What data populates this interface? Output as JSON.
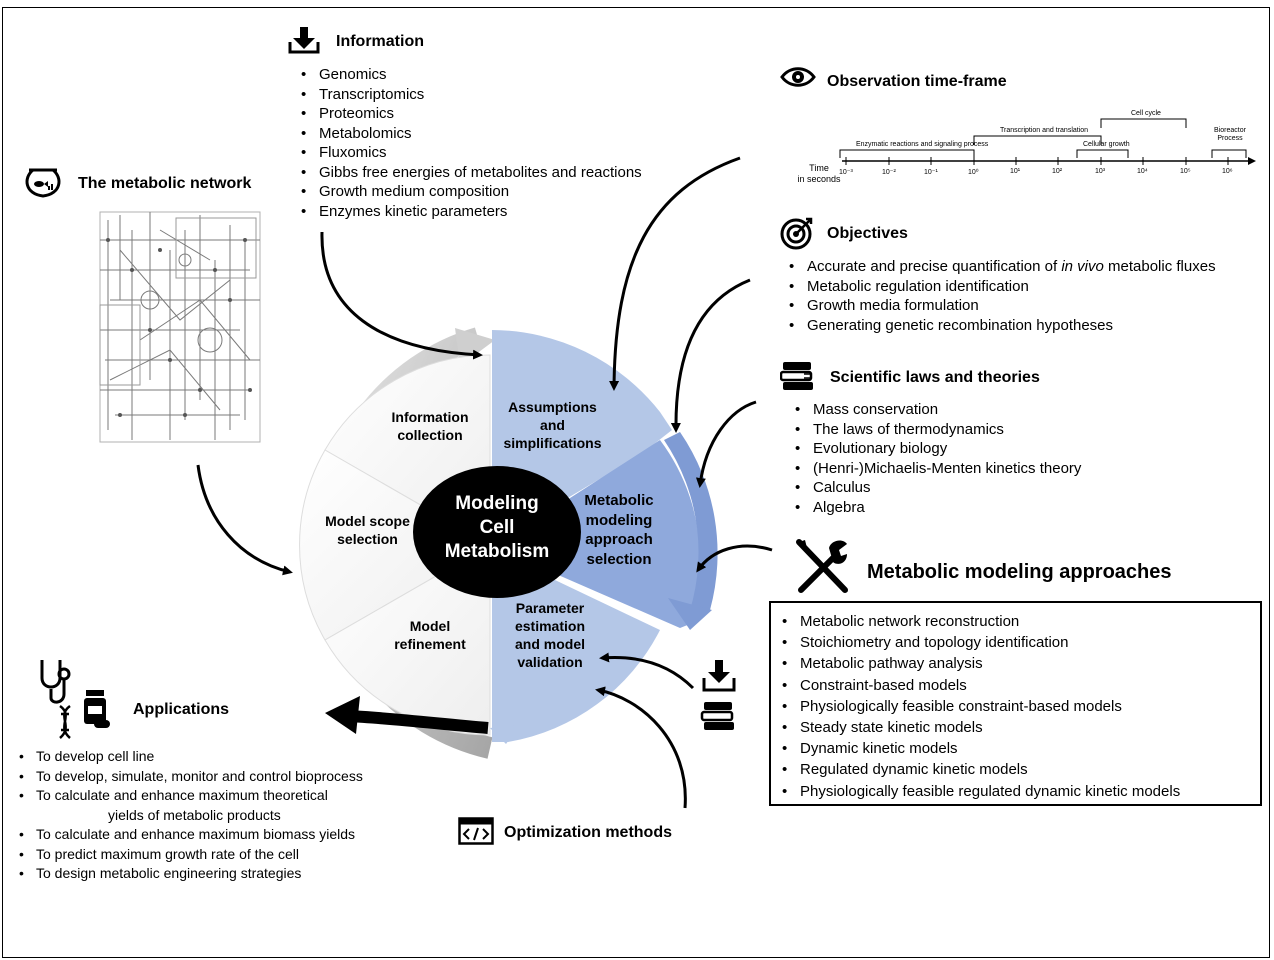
{
  "center": {
    "lines": [
      "Modeling",
      "Cell",
      "Metabolism"
    ]
  },
  "cycle_segments": [
    {
      "id": "information-collection",
      "lines": [
        "Information",
        "collection"
      ]
    },
    {
      "id": "assumptions",
      "lines": [
        "Assumptions",
        "and",
        "simplifications"
      ]
    },
    {
      "id": "approach-selection",
      "lines": [
        "Metabolic",
        "modeling",
        "approach",
        "selection"
      ]
    },
    {
      "id": "parameter-estimation",
      "lines": [
        "Parameter",
        "estimation",
        "and model",
        "validation"
      ]
    },
    {
      "id": "model-refinement",
      "lines": [
        "Model",
        "refinement"
      ]
    },
    {
      "id": "model-scope",
      "lines": [
        "Model scope",
        "selection"
      ]
    }
  ],
  "information": {
    "title": "Information",
    "icon": "download-icon",
    "items": [
      "Genomics",
      "Transcriptomics",
      "Proteomics",
      "Metabolomics",
      "Fluxomics",
      "Gibbs free energies of metabolites and reactions",
      "Growth medium composition",
      "Enzymes kinetic parameters"
    ]
  },
  "metabolic_network": {
    "title": "The metabolic network",
    "icon": "fishbowl-icon"
  },
  "observation": {
    "title": "Observation time-frame",
    "icon": "eye-icon",
    "axis_label": [
      "Time",
      "in seconds"
    ],
    "ticks": [
      "10⁻³",
      "10⁻²",
      "10⁻¹",
      "10⁰",
      "10¹",
      "10²",
      "10³",
      "10⁴",
      "10⁵",
      "10⁶"
    ],
    "spans": [
      "Enzymatic reactions and signaling process",
      "Transcription and translation",
      "Cellular growth",
      "Cell cycle",
      "Bioreactor Process"
    ]
  },
  "objectives": {
    "title": "Objectives",
    "icon": "target-icon",
    "items": [
      {
        "pre": "Accurate and precise quantification of ",
        "em": "in vivo",
        "post": " metabolic fluxes"
      },
      {
        "pre": "Metabolic regulation identification",
        "em": "",
        "post": ""
      },
      {
        "pre": "Growth media formulation",
        "em": "",
        "post": ""
      },
      {
        "pre": "Generating genetic recombination hypotheses",
        "em": "",
        "post": ""
      }
    ]
  },
  "laws": {
    "title": "Scientific laws and theories",
    "icon": "books-icon",
    "items": [
      "Mass conservation",
      "The laws of thermodynamics",
      "Evolutionary biology",
      "(Henri-)Michaelis-Menten kinetics theory",
      "Calculus",
      "Algebra"
    ]
  },
  "approaches": {
    "title": "Metabolic modeling approaches",
    "icon": "tools-icon",
    "items": [
      "Metabolic network reconstruction",
      "Stoichiometry and topology identification",
      "Metabolic pathway analysis",
      "Constraint-based models",
      "Physiologically feasible constraint-based models",
      "Steady state kinetic models",
      "Dynamic kinetic models",
      "Regulated dynamic kinetic models",
      "Physiologically feasible regulated dynamic kinetic models"
    ]
  },
  "applications": {
    "title": "Applications",
    "icon": "medicine-icon",
    "items": [
      "To develop cell line",
      "To develop, simulate, monitor and control bioprocess",
      "To calculate and enhance maximum theoretical",
      "To calculate and enhance maximum biomass yields",
      "To predict maximum growth rate of the cell",
      "To design metabolic engineering strategies"
    ],
    "item3_cont": "yields of metabolic products"
  },
  "optimization": {
    "title": "Optimization methods",
    "icon": "code-window-icon"
  },
  "colors": {
    "light_blue": "#b4c7e7",
    "mid_blue": "#8fa9dc",
    "grey": "#c8c8c8",
    "black": "#000000"
  }
}
